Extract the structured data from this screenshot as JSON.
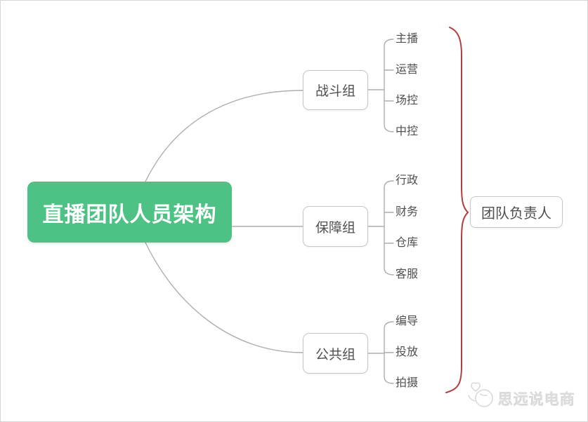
{
  "title": "直播团队人员架构",
  "colors": {
    "root_bg": "#4ec185",
    "root_text": "#ffffff",
    "brace_red": "#b03e3e",
    "connector_gray": "#aeaeae",
    "node_border": "#c6c6c6",
    "node_text": "#4f4f4f",
    "watermark_gray": "#dcdcdc"
  },
  "root": {
    "label": "直播团队人员架构"
  },
  "groups": [
    {
      "label": "战斗组",
      "children": [
        "主播",
        "运营",
        "场控",
        "中控"
      ]
    },
    {
      "label": "保障组",
      "children": [
        "行政",
        "财务",
        "仓库",
        "客服"
      ]
    },
    {
      "label": "公共组",
      "children": [
        "编导",
        "投放",
        "拍摄"
      ]
    }
  ],
  "leader": {
    "label": "团队负责人"
  },
  "watermark": {
    "text": "思远说电商",
    "icon": "doodle-mascot-icon"
  }
}
